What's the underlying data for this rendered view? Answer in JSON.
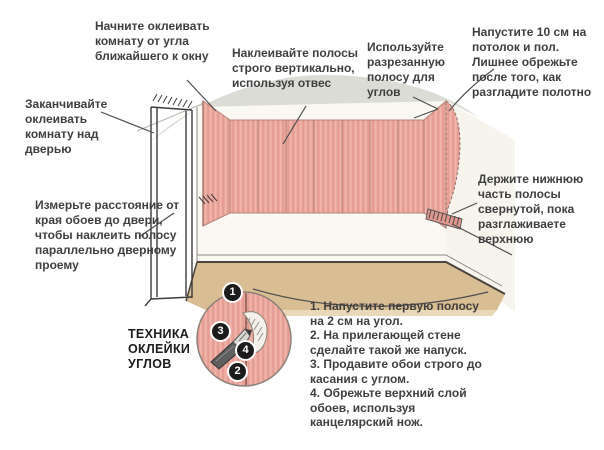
{
  "title": "ТЕХНИКА ОКЛЕЙКИ УГЛОВ",
  "annotations": {
    "start_corner": "Начните оклеивать комнату от угла ближайшего к окну",
    "vertical_plumb": "Наклеивайте полосы строго вертикально, используя отвес",
    "cut_strip": "Используйте разрезанную полосу для углов",
    "overlap_ceiling_floor": "Напустите 10 см на потолок и пол. Лишнее обрежьте после того, как разгладите полотно",
    "finish_above_door": "Заканчивайте оклеивать комнату над дверью",
    "measure_distance": "Измерьте расстояние от края обоев до двери, чтобы наклеить полосу параллельно дверному проему",
    "hold_rolled": "Держите нижнюю часть полосы свернутой, пока разглаживаете верхнюю"
  },
  "corner_steps": [
    "1. Напустите первую полосу на 2 см на угол.",
    "2. На прилегающей стене сделайте такой же напуск.",
    "3. Продавите обои строго до касания с углом.",
    "4. Обрежьте верхний слой обоев, используя канцелярский нож."
  ],
  "badges": [
    "1",
    "2",
    "3",
    "4"
  ],
  "icons": {
    "utility_knife": "utility-knife-icon",
    "wallpaper_roll": "rolled-wallpaper-icon"
  },
  "colors": {
    "wallpaper": "#eba79d",
    "wallpaper_stripe_light": "#f2b6aa",
    "wallpaper_stripe_dark": "#e0968c",
    "wallpaper_seam": "#b5827a",
    "ceiling": "#dcdcd6",
    "wall": "#faf8f2",
    "floor": "#d9bd93",
    "text": "#3f3f3f",
    "badge_bg": "#1c1c1c",
    "badge_text": "#ffffff"
  }
}
